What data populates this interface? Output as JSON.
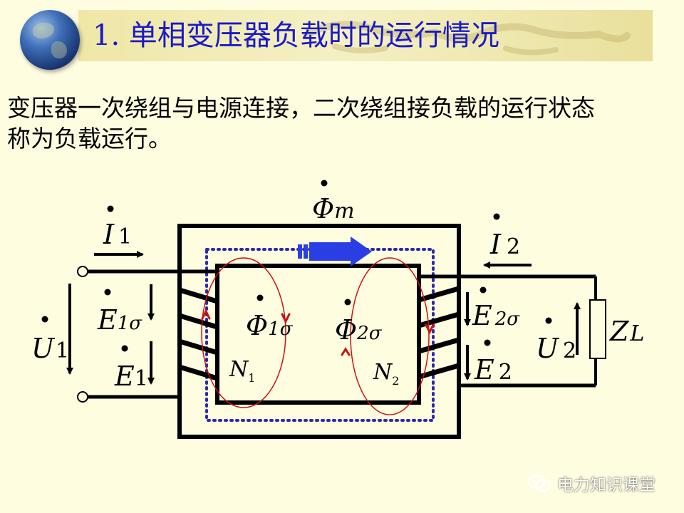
{
  "title": "1. 单相变压器负载时的运行情况",
  "intro_lines": [
    "变压器一次绕组与电源连接，二次绕组接负载的运行状态",
    "称为负载运行。"
  ],
  "diagram": {
    "phi_m": {
      "main": "Φ",
      "sub": "m"
    },
    "i1": {
      "main": "I",
      "sub": "1"
    },
    "i2": {
      "main": "I",
      "sub": "2"
    },
    "u1": {
      "main": "U",
      "sub": "1"
    },
    "u2": {
      "main": "U",
      "sub": "2"
    },
    "e1_sigma": {
      "main": "E",
      "sub": "1σ"
    },
    "e1": {
      "main": "E",
      "sub": "1"
    },
    "e2_sigma": {
      "main": "E",
      "sub": "2σ"
    },
    "e2": {
      "main": "E",
      "sub": "2"
    },
    "phi1_sigma": {
      "main": "Φ",
      "sub": "1σ"
    },
    "phi2_sigma": {
      "main": "Φ",
      "sub": "2σ"
    },
    "n1": {
      "main": "N",
      "sub": "1"
    },
    "n2": {
      "main": "N",
      "sub": "2"
    },
    "zl": {
      "main": "Z",
      "sub": "L"
    }
  },
  "watermark": "电力知识课堂",
  "colors": {
    "background": "#fffde0",
    "title_text": "#1a1ac8",
    "flux_arrow": "#2a3ee6",
    "dotted_path": "#2a2aaa",
    "leakage_loops": "#cc1111"
  }
}
